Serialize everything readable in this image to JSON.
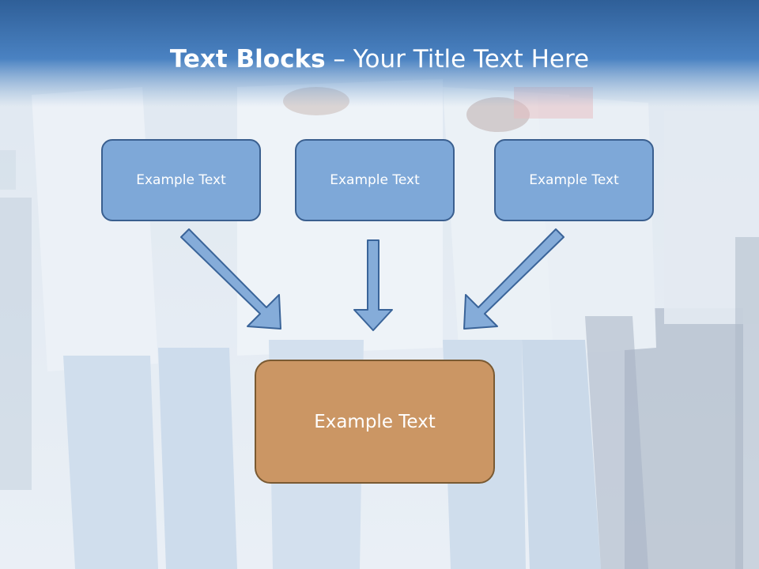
{
  "title": {
    "bold_part": "Text Blocks",
    "separator": " – ",
    "rest": "Your Title Text Here"
  },
  "top_boxes": [
    {
      "label": "Example Text"
    },
    {
      "label": "Example Text"
    },
    {
      "label": "Example Text"
    }
  ],
  "center_box": {
    "label": "Example Text"
  },
  "colors": {
    "header_blue": "#4a82c2",
    "box_blue_fill": "#7ea8d8",
    "box_blue_border": "#3a5f8f",
    "box_orange_fill": "#cb9664",
    "box_orange_border": "#7a5a32",
    "arrow_fill": "#85acd9",
    "arrow_stroke": "#3a6499"
  }
}
